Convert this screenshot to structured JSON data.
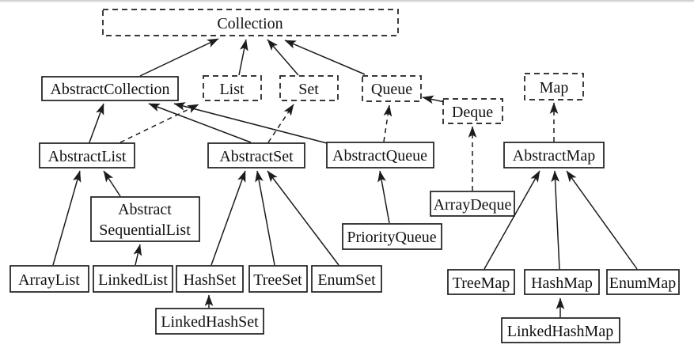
{
  "page": {
    "background": "#ffffff",
    "top_border_color": "#c9c9c9"
  },
  "diagram": {
    "description": "Java Collections Framework class hierarchy",
    "ink_color": "#1c1c1c",
    "box_fill": "#ffffff",
    "nodes": {
      "collection": {
        "label": "Collection",
        "kind": "interface"
      },
      "abstract_collection": {
        "label": "AbstractCollection",
        "kind": "class"
      },
      "list": {
        "label": "List",
        "kind": "interface"
      },
      "set": {
        "label": "Set",
        "kind": "interface"
      },
      "queue": {
        "label": "Queue",
        "kind": "interface"
      },
      "deque": {
        "label": "Deque",
        "kind": "interface"
      },
      "map": {
        "label": "Map",
        "kind": "interface"
      },
      "abstract_list": {
        "label": "AbstractList",
        "kind": "class"
      },
      "abstract_set": {
        "label": "AbstractSet",
        "kind": "class"
      },
      "abstract_queue": {
        "label": "AbstractQueue",
        "kind": "class"
      },
      "abstract_map": {
        "label": "AbstractMap",
        "kind": "class"
      },
      "abstract_sequential_list": {
        "label": "Abstract SequentialList",
        "line1": "Abstract",
        "line2": "SequentialList",
        "kind": "class"
      },
      "array_deque": {
        "label": "ArrayDeque",
        "kind": "class"
      },
      "priority_queue": {
        "label": "PriorityQueue",
        "kind": "class"
      },
      "array_list": {
        "label": "ArrayList",
        "kind": "class"
      },
      "linked_list": {
        "label": "LinkedList",
        "kind": "class"
      },
      "hash_set": {
        "label": "HashSet",
        "kind": "class"
      },
      "tree_set": {
        "label": "TreeSet",
        "kind": "class"
      },
      "enum_set": {
        "label": "EnumSet",
        "kind": "class"
      },
      "linked_hash_set": {
        "label": "LinkedHashSet",
        "kind": "class"
      },
      "tree_map": {
        "label": "TreeMap",
        "kind": "class"
      },
      "hash_map": {
        "label": "HashMap",
        "kind": "class"
      },
      "enum_map": {
        "label": "EnumMap",
        "kind": "class"
      },
      "linked_hash_map": {
        "label": "LinkedHashMap",
        "kind": "class"
      }
    },
    "edges": [
      {
        "from": "abstract_collection",
        "to": "collection",
        "relation": "implements",
        "style": "solid"
      },
      {
        "from": "list",
        "to": "collection",
        "relation": "extends",
        "style": "solid"
      },
      {
        "from": "set",
        "to": "collection",
        "relation": "extends",
        "style": "solid"
      },
      {
        "from": "queue",
        "to": "collection",
        "relation": "extends",
        "style": "solid"
      },
      {
        "from": "deque",
        "to": "queue",
        "relation": "extends",
        "style": "solid"
      },
      {
        "from": "abstract_list",
        "to": "abstract_collection",
        "relation": "extends",
        "style": "solid"
      },
      {
        "from": "abstract_list",
        "to": "list",
        "relation": "implements",
        "style": "dashed"
      },
      {
        "from": "abstract_set",
        "to": "abstract_collection",
        "relation": "extends",
        "style": "solid"
      },
      {
        "from": "abstract_set",
        "to": "set",
        "relation": "implements",
        "style": "dashed"
      },
      {
        "from": "abstract_queue",
        "to": "abstract_collection",
        "relation": "extends",
        "style": "solid"
      },
      {
        "from": "abstract_queue",
        "to": "queue",
        "relation": "implements",
        "style": "dashed"
      },
      {
        "from": "abstract_map",
        "to": "map",
        "relation": "implements",
        "style": "dashed"
      },
      {
        "from": "array_deque",
        "to": "deque",
        "relation": "implements",
        "style": "dashed"
      },
      {
        "from": "array_list",
        "to": "abstract_list",
        "relation": "extends",
        "style": "solid"
      },
      {
        "from": "abstract_sequential_list",
        "to": "abstract_list",
        "relation": "extends",
        "style": "solid"
      },
      {
        "from": "linked_list",
        "to": "abstract_sequential_list",
        "relation": "extends",
        "style": "solid"
      },
      {
        "from": "hash_set",
        "to": "abstract_set",
        "relation": "extends",
        "style": "solid"
      },
      {
        "from": "tree_set",
        "to": "abstract_set",
        "relation": "extends",
        "style": "solid"
      },
      {
        "from": "enum_set",
        "to": "abstract_set",
        "relation": "extends",
        "style": "solid"
      },
      {
        "from": "linked_hash_set",
        "to": "hash_set",
        "relation": "extends",
        "style": "solid"
      },
      {
        "from": "priority_queue",
        "to": "abstract_queue",
        "relation": "extends",
        "style": "solid"
      },
      {
        "from": "tree_map",
        "to": "abstract_map",
        "relation": "extends",
        "style": "solid"
      },
      {
        "from": "hash_map",
        "to": "abstract_map",
        "relation": "extends",
        "style": "solid"
      },
      {
        "from": "enum_map",
        "to": "abstract_map",
        "relation": "extends",
        "style": "solid"
      },
      {
        "from": "linked_hash_map",
        "to": "hash_map",
        "relation": "extends",
        "style": "solid"
      }
    ]
  }
}
